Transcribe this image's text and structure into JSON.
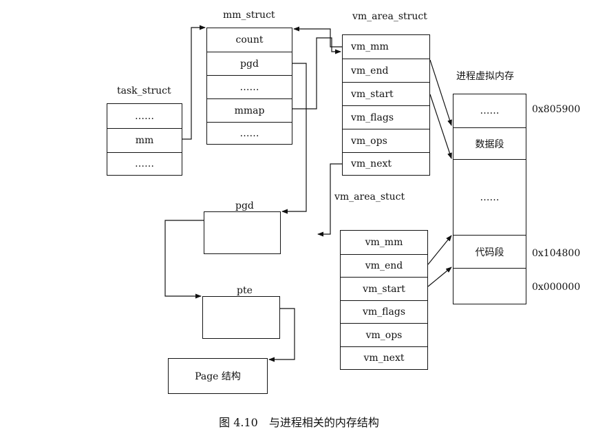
{
  "task_struct": {
    "title": "task_struct",
    "fields": [
      "……",
      "mm",
      "……"
    ]
  },
  "mm_struct": {
    "title": "mm_struct",
    "fields": [
      "count",
      "pgd",
      "……",
      "mmap",
      "……"
    ]
  },
  "vm_area_struct_1": {
    "title": "vm_area_struct",
    "fields": [
      "vm_mm",
      "vm_end",
      "vm_start",
      "vm_flags",
      "vm_ops",
      "vm_next"
    ]
  },
  "vm_area_struct_2": {
    "title": "vm_area_stuct",
    "fields": [
      "vm_mm",
      "vm_end",
      "vm_start",
      "vm_flags",
      "vm_ops",
      "vm_next"
    ]
  },
  "pgd": {
    "title": "pgd"
  },
  "pte": {
    "title": "pte"
  },
  "page": {
    "label": "Page 结构"
  },
  "process_memory": {
    "title": "进程虚拟内存",
    "segments": [
      "……",
      "数据段",
      "……",
      "代码段",
      ""
    ],
    "addresses": [
      "0x805900",
      "0x104800",
      "0x000000"
    ]
  },
  "caption": "图 4.10　与进程相关的内存结构"
}
